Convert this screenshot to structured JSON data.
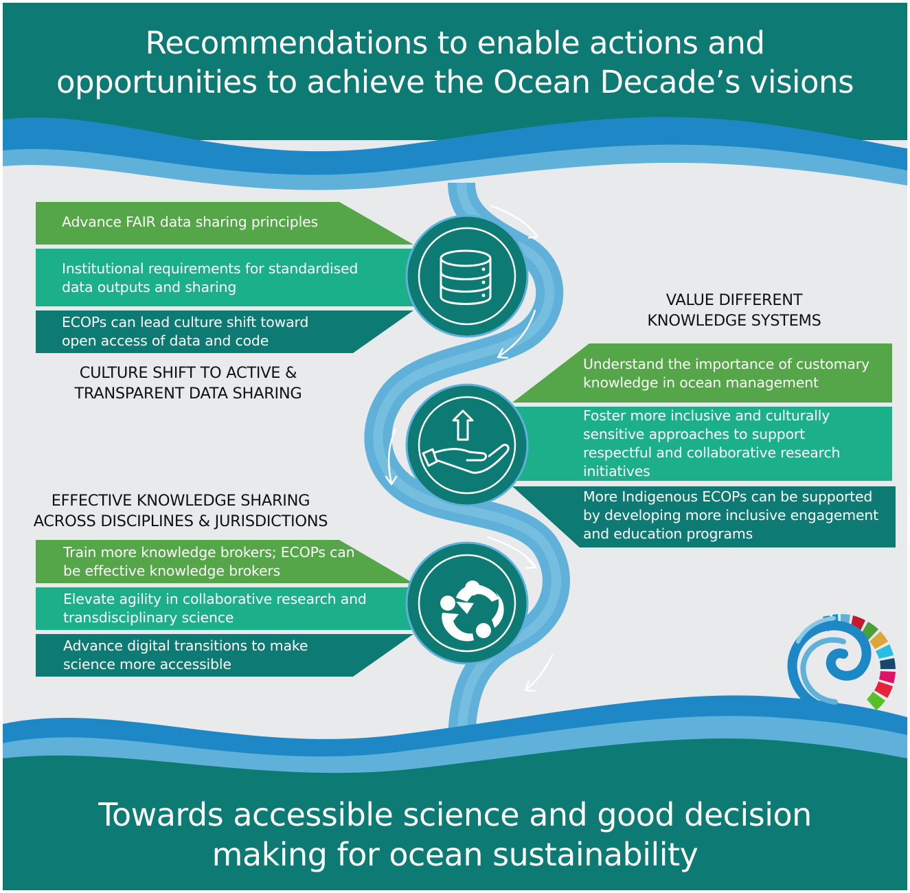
{
  "header": {
    "title_line1": "Recommendations to enable actions and",
    "title_line2": "opportunities to achieve the Ocean Decade’s visions"
  },
  "footer": {
    "title_line1": "Towards accessible science and good decision",
    "title_line2": "making for ocean sustainability"
  },
  "sections": {
    "data_sharing": {
      "heading_line1": "CULTURE SHIFT TO ACTIVE &",
      "heading_line2": "TRANSPARENT DATA SHARING",
      "icon": "database-icon",
      "items": [
        {
          "line1": "Advance FAIR data sharing principles",
          "line2": ""
        },
        {
          "line1": "Institutional requirements for standardised",
          "line2": "data outputs and sharing"
        },
        {
          "line1": "ECOPs can lead culture shift toward",
          "line2": "open access of data and code"
        }
      ]
    },
    "knowledge_systems": {
      "heading_line1": "VALUE DIFFERENT",
      "heading_line2": "KNOWLEDGE SYSTEMS",
      "icon": "hand-with-arrow-icon",
      "items": [
        {
          "lines": [
            "Understand the importance of customary",
            "knowledge in ocean management"
          ]
        },
        {
          "lines": [
            "Foster more inclusive and culturally",
            "sensitive approaches to support",
            "respectful and collaborative research",
            "initiatives"
          ]
        },
        {
          "lines": [
            "More Indigenous ECOPs can be supported",
            "by developing more inclusive engagement",
            "and education programs"
          ]
        }
      ]
    },
    "knowledge_sharing": {
      "heading_line1": "EFFECTIVE KNOWLEDGE SHARING",
      "heading_line2": "ACROSS DISCIPLINES & JURISDICTIONS",
      "icon": "people-collaboration-icon",
      "items": [
        {
          "line1": "Train more knowledge brokers; ECOPs can",
          "line2": "be effective knowledge brokers"
        },
        {
          "line1": "Elevate agility in collaborative research and",
          "line2": "transdisciplinary science"
        },
        {
          "line1": "Advance digital transitions to make",
          "line2": "science more accessible"
        }
      ]
    }
  },
  "logo": {
    "icon": "ocean-decade-logo-icon"
  },
  "colors": {
    "dark_teal": "#0d7a74",
    "teal": "#1cb08a",
    "green": "#55a648",
    "light_blue": "#5fb1d9",
    "blue": "#1e88c6",
    "background": "#e8eaec"
  }
}
